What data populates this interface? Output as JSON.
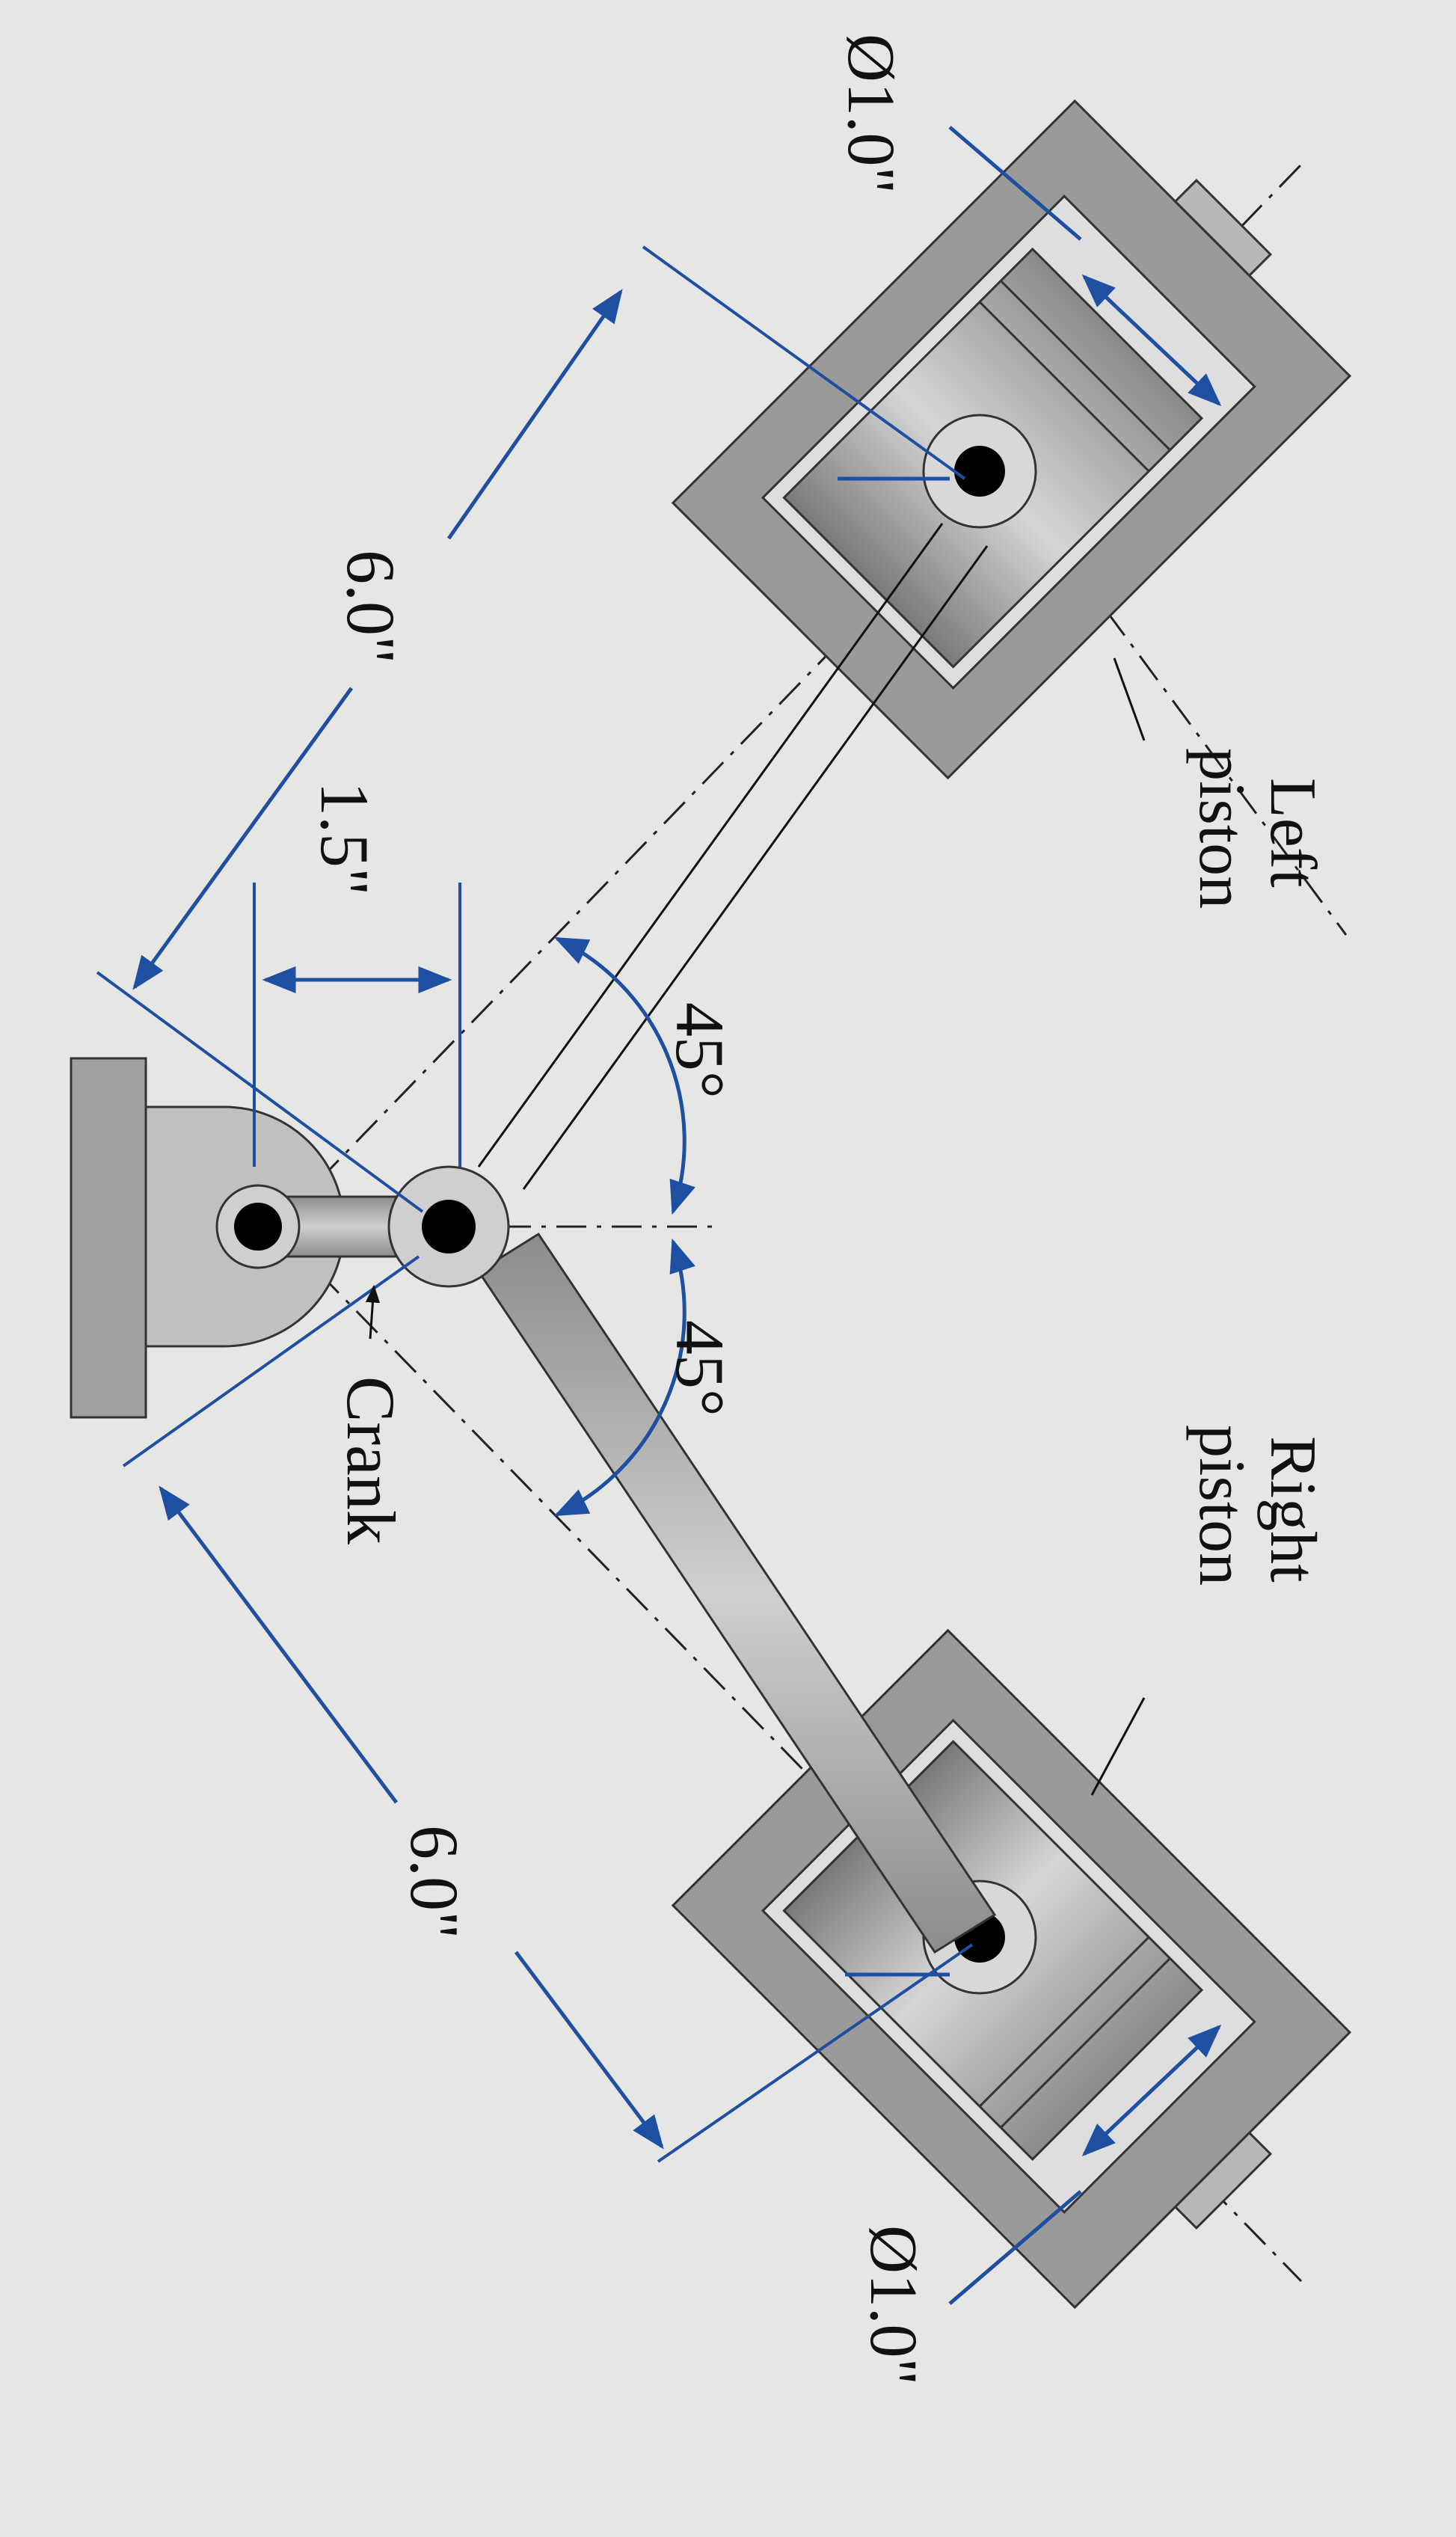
{
  "labels": {
    "left_piston": [
      "Left",
      "piston"
    ],
    "right_piston": [
      "Right",
      "piston"
    ],
    "crank": "Crank",
    "rod_length_left": "6.0\"",
    "rod_length_right": "6.0\"",
    "crank_offset": "1.5\"",
    "angle_upper": "45°",
    "angle_lower": "45°",
    "bore_left": "Ø1.0\"",
    "bore_right": "Ø1.0\""
  },
  "colors": {
    "dimension": "#1f4fa0",
    "part_gray": "#9a9a9a",
    "background": "#e6e6e4",
    "text": "#111111"
  }
}
